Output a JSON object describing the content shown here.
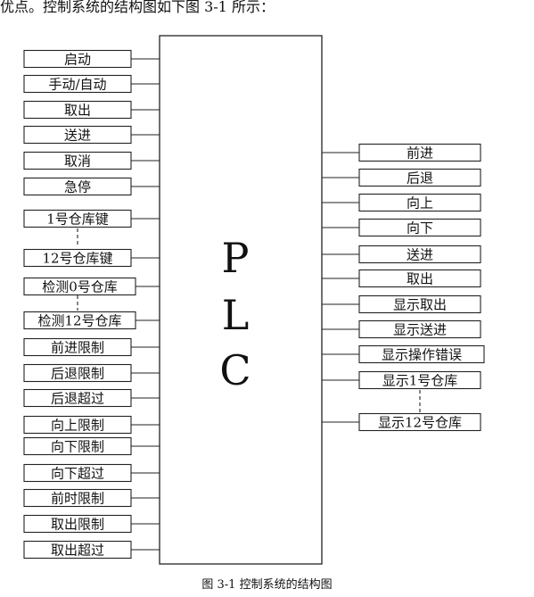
{
  "top_text": "优点。控制系统的结构图如下图 3-1 所示：",
  "plc_letters": [
    "P",
    "L",
    "C"
  ],
  "inputs": [
    "启动",
    "手动/自动",
    "取出",
    "送进",
    "取消",
    "急停",
    "1号仓库键",
    "12号仓库键",
    "检测0号仓库",
    "检测12号仓库",
    "前进限制",
    "后退限制",
    "后退超过",
    "向上限制",
    "向下限制",
    "向下超过",
    "前时限制",
    "取出限制",
    "取出超过"
  ],
  "outputs": [
    "前进",
    "后退",
    "向上",
    "向下",
    "送进",
    "取出",
    "显示取出",
    "显示送进",
    "显示操作错误",
    "显示1号仓库",
    "显示12号仓库"
  ],
  "caption": "图 3-1 控制系统的结构图"
}
